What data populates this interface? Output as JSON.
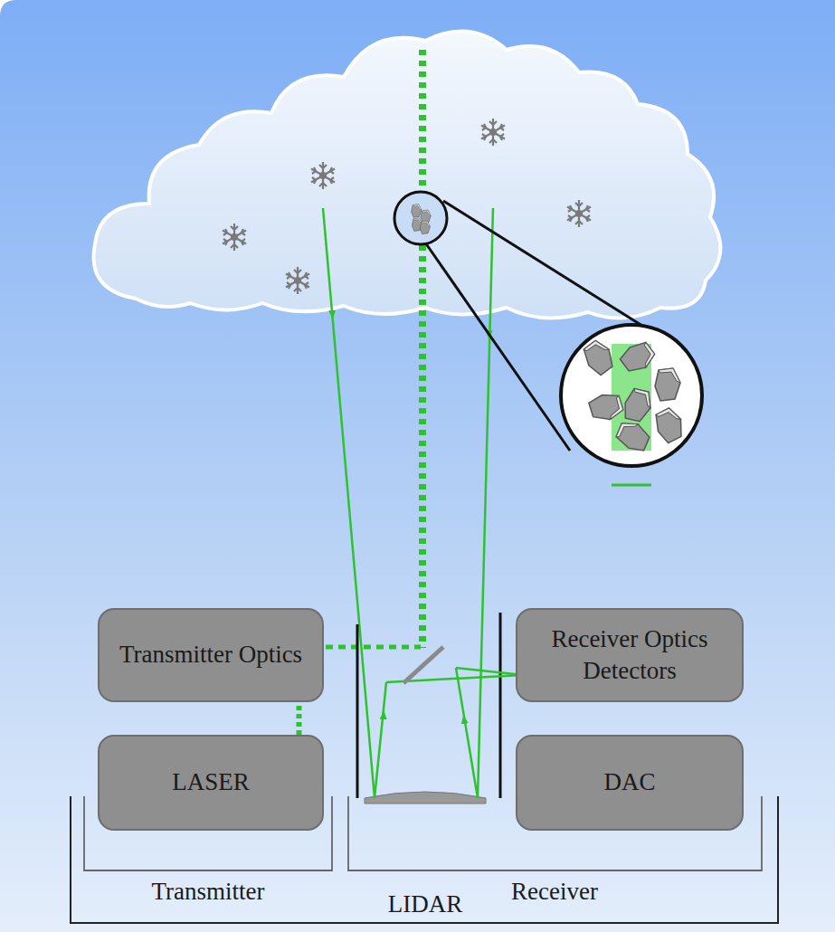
{
  "diagram": {
    "nodes": [
      {
        "text": [
          "Transmitter Optics"
        ]
      },
      {
        "text": [
          "Receiver Optics Detectors"
        ]
      },
      {
        "text": [
          "LASER"
        ]
      },
      {
        "text": [
          "DAC"
        ]
      }
    ],
    "edges": [
      {
        "from": 2,
        "to": 0,
        "arrow": "none"
      }
    ],
    "labels": [
      "Transmitter",
      "Receiver",
      "LIDAR"
    ]
  }
}
